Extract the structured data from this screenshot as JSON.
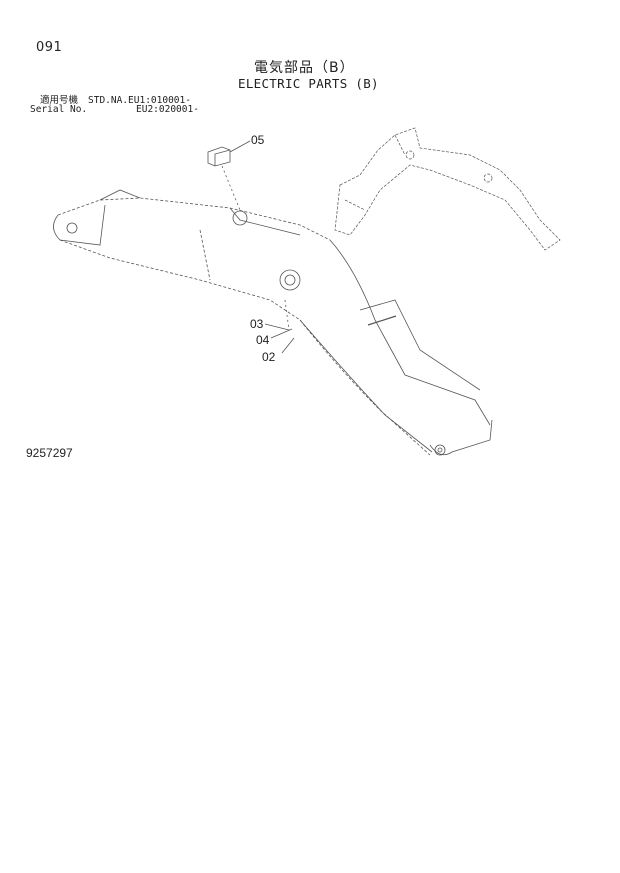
{
  "page": {
    "number": "091",
    "title_jp": "電気部品（B）",
    "title_en": "ELECTRIC PARTS (B)",
    "serial": {
      "label_jp": "適用号機",
      "label_en": "Serial No.",
      "line1": "STD.NA.EU1:010001-",
      "line2": "EU2:020001-"
    },
    "drawing_number": "9257297"
  },
  "callouts": [
    {
      "id": "05",
      "label": "05"
    },
    {
      "id": "03",
      "label": "03"
    },
    {
      "id": "04",
      "label": "04"
    },
    {
      "id": "02",
      "label": "02"
    }
  ],
  "illustration": {
    "main": "boom-assembly-exploded-view",
    "inset": "front-attachment-overview"
  }
}
